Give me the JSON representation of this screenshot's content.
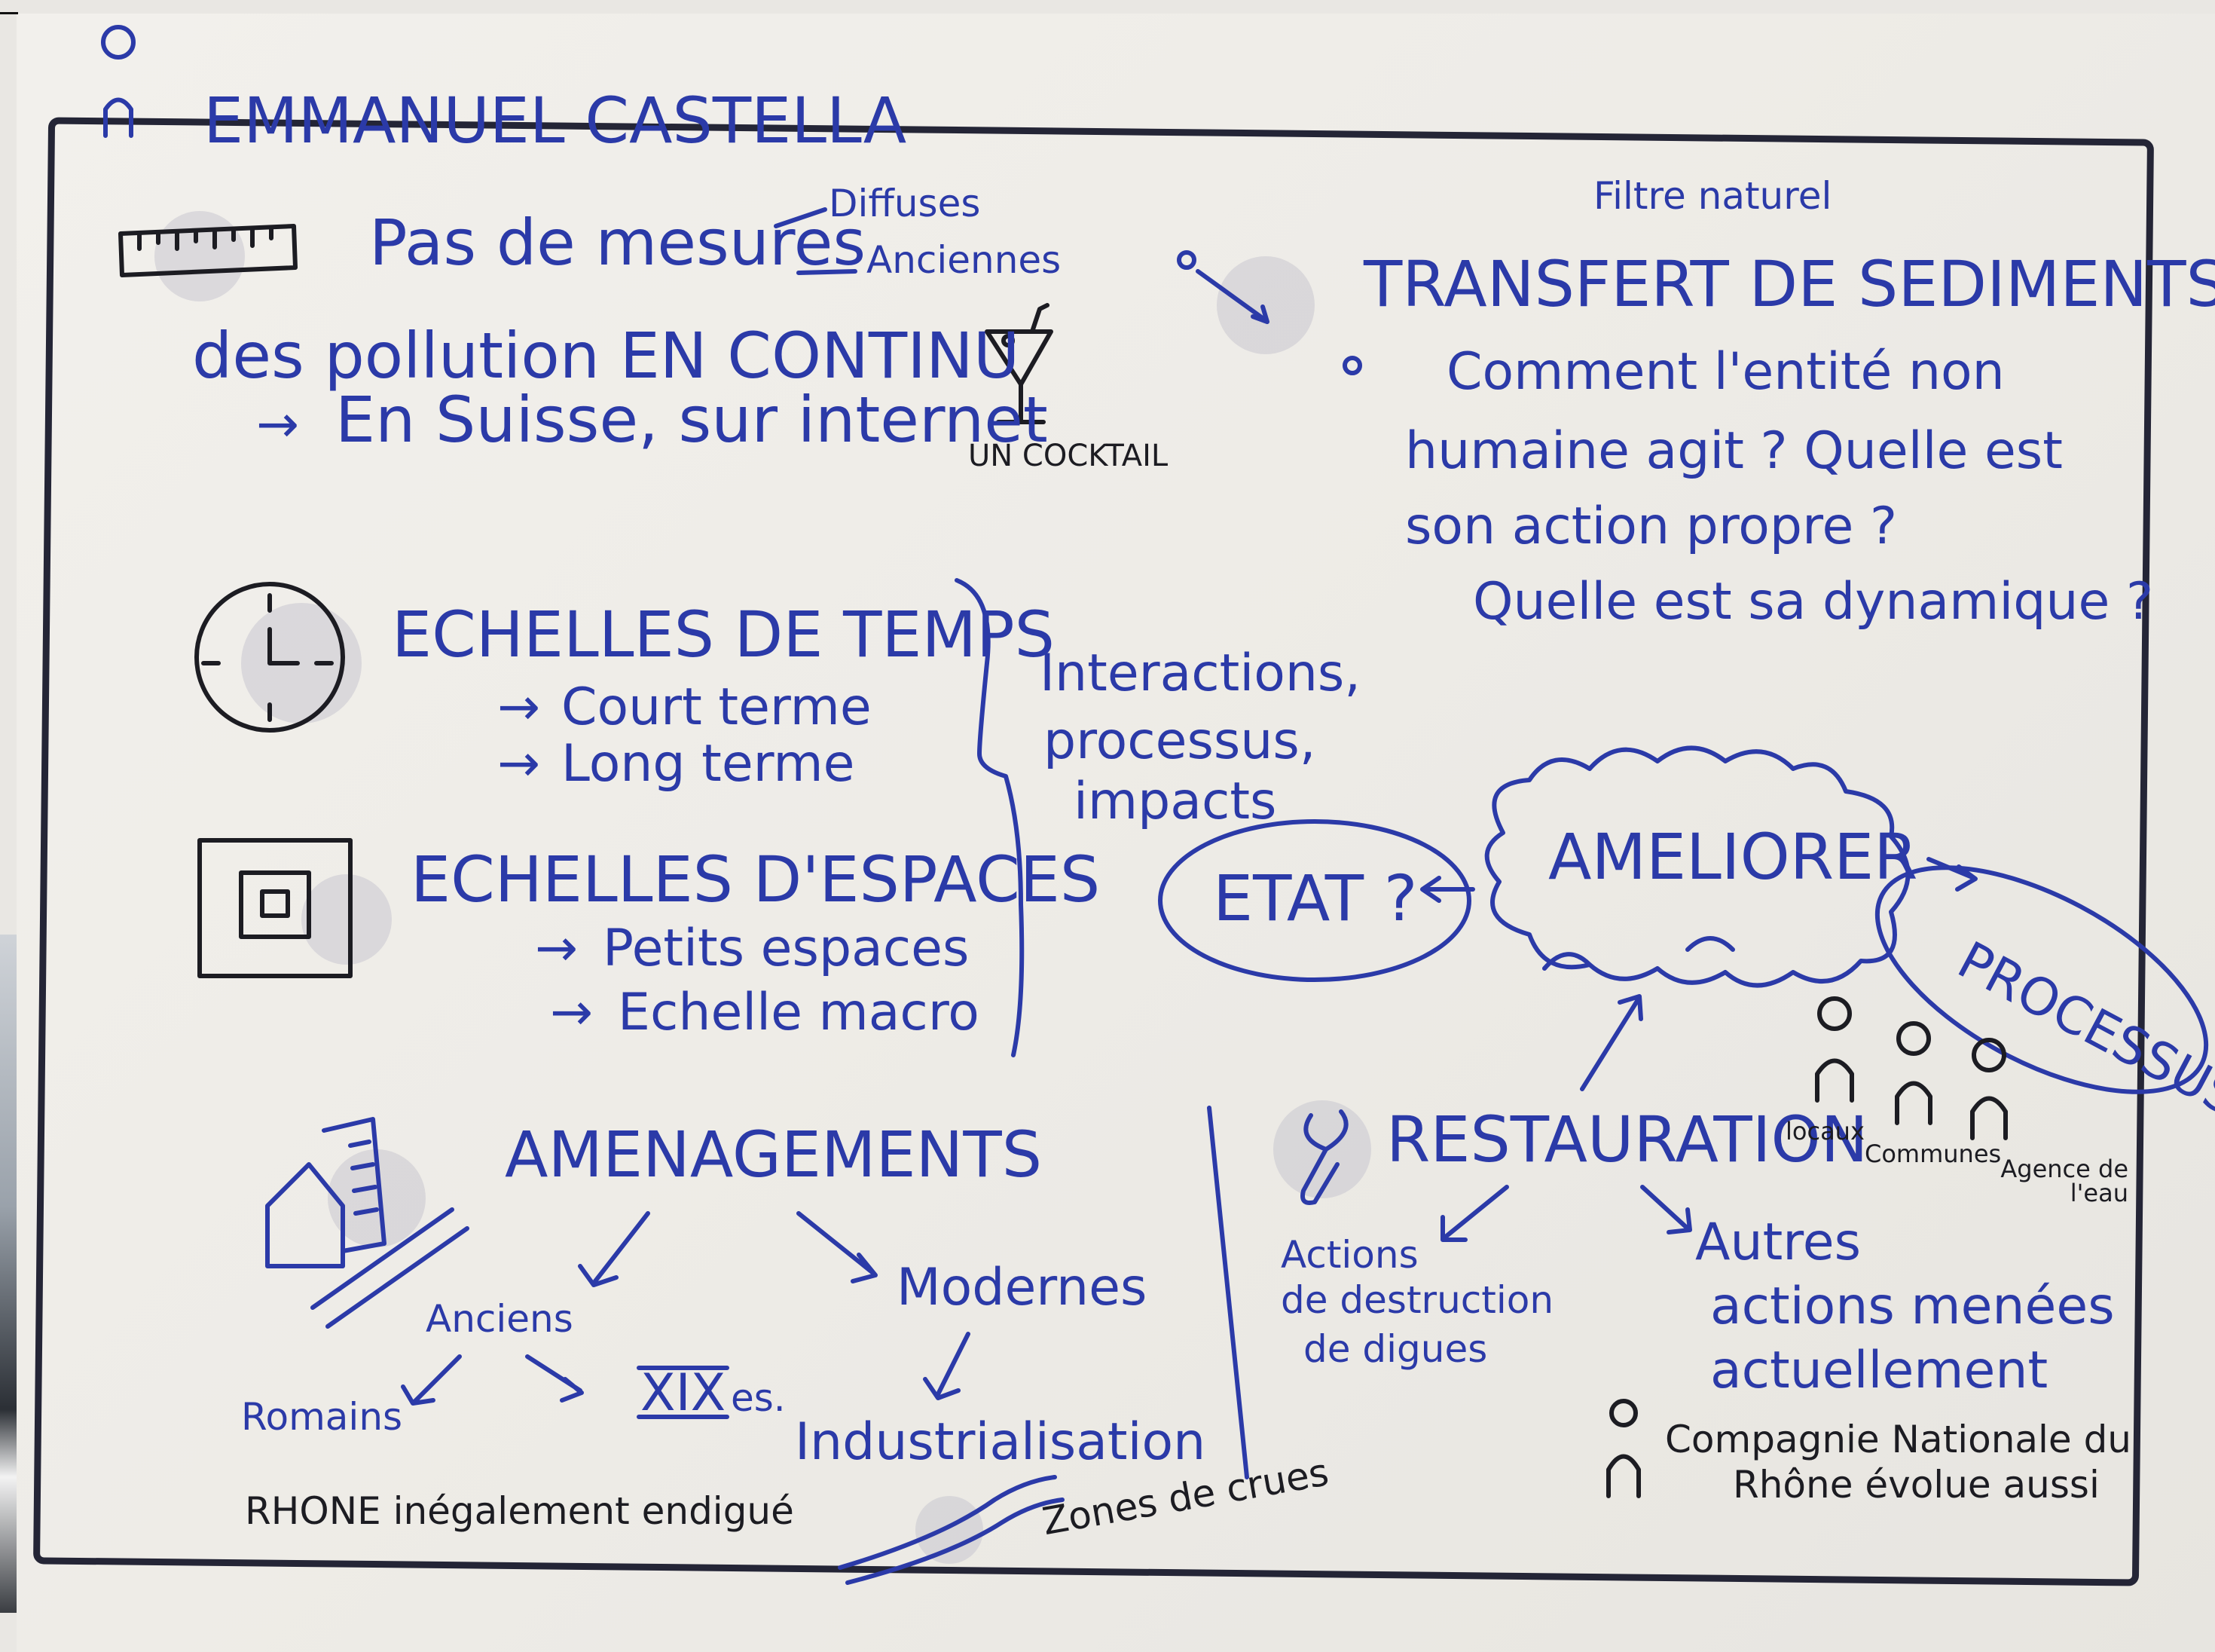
{
  "author": "EMMANUEL CASTELLA",
  "mesures": {
    "title": "Pas de mesures",
    "branch1": "Diffuses",
    "branch2": "Anciennes",
    "line2": "des pollution EN CONTINU",
    "line3": "En Suisse, sur internet",
    "cocktail": "UN COCKTAIL"
  },
  "transfert": {
    "top": "Filtre naturel",
    "title": "TRANSFERT DE SEDIMENTS",
    "q1a": "Comment l'entité non",
    "q1b": "humaine agit ? Quelle est",
    "q1c": "son action propre ?",
    "q2": "Quelle est sa dynamique ?"
  },
  "temps": {
    "title": "ECHELLES DE TEMPS",
    "item1": "Court terme",
    "item2": "Long terme"
  },
  "espaces": {
    "title": "ECHELLES D'ESPACES",
    "item1": "Petits espaces",
    "item2": "Echelle macro"
  },
  "interactions": {
    "l1": "Interactions,",
    "l2": "processus,",
    "l3": "impacts"
  },
  "cloud": {
    "etat": "ETAT ?",
    "ameliorer": "AMELIORER",
    "processus": "PROCESSUS ?"
  },
  "restauration": {
    "title": "RESTAURATION",
    "p1": "locaux",
    "p2": "Communes",
    "p3": "Agence de l'eau",
    "left1": "Actions",
    "left2": "de destruction",
    "left3": "de digues",
    "right1": "Autres",
    "right2": "actions menées",
    "right3": "actuellement",
    "cnr1": "Compagnie Nationale du",
    "cnr2": "Rhône évolue aussi"
  },
  "amenagements": {
    "title": "AMENAGEMENTS",
    "anciens": "Anciens",
    "modernes": "Modernes",
    "romains": "Romains",
    "xix": "XIX",
    "xix_suffix": "es.",
    "industrialisation": "Industrialisation",
    "rhone": "RHONE inégalement endigué",
    "crues": "Zones de crues"
  }
}
